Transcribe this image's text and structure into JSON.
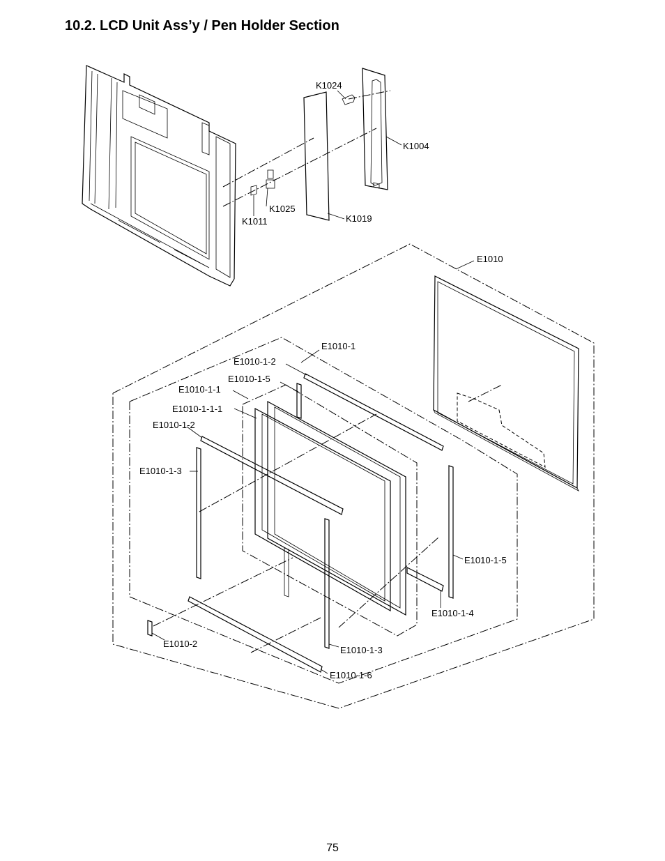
{
  "document": {
    "section_title": "10.2.  LCD Unit Ass’y / Pen Holder Section",
    "page_number": "75"
  },
  "callouts": {
    "k1024": "K1024",
    "k1004": "K1004",
    "k1025": "K1025",
    "k1011": "K1011",
    "k1019": "K1019",
    "e1010": "E1010",
    "e1010_1": "E1010-1",
    "e1010_1_2_top": "E1010-1-2",
    "e1010_1_5_top": "E1010-1-5",
    "e1010_1_1": "E1010-1-1",
    "e1010_1_1_1": "E1010-1-1-1",
    "e1010_1_2_left": "E1010-1-2",
    "e1010_1_3_left": "E1010-1-3",
    "e1010_1_5_right": "E1010-1-5",
    "e1010_1_4": "E1010-1-4",
    "e1010_2": "E1010-2",
    "e1010_1_3_bottom": "E1010-1-3",
    "e1010_1_6": "E1010-1-6"
  }
}
